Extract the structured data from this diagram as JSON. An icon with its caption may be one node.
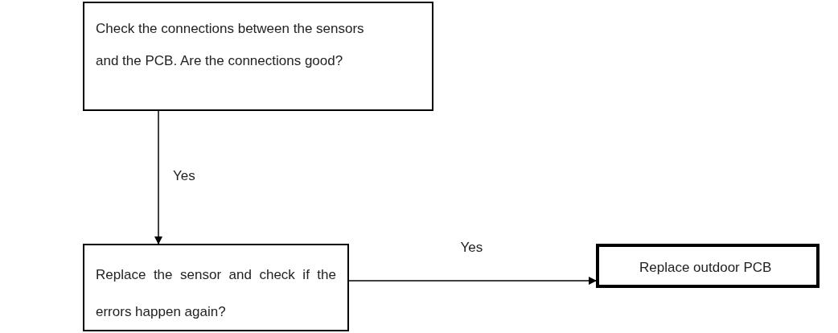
{
  "diagram": {
    "nodes": [
      {
        "text": [
          "Check the connections between the sensors and the PCB. Are the connections good?"
        ]
      },
      {
        "text": [
          "Replace the sensor and check if the errors happen again?"
        ]
      },
      {
        "text": [
          "Replace outdoor PCB"
        ]
      }
    ],
    "edges": [
      {
        "from": 0,
        "to": 1,
        "arrow": "to",
        "label": "Yes"
      },
      {
        "from": 1,
        "to": 2,
        "arrow": "to",
        "label": "Yes"
      }
    ]
  }
}
